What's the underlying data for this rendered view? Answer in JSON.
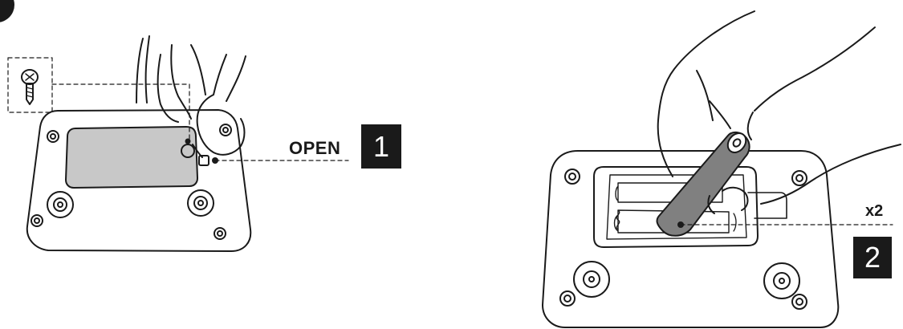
{
  "colors": {
    "line": "#1a1a1a",
    "label_panel": "#c8c8c8",
    "battery": "#808080",
    "step_box": "#1a1a1a",
    "background": "#ffffff"
  },
  "step1": {
    "action_label": "OPEN",
    "number": "1"
  },
  "step2": {
    "quantity_label": "x2",
    "number": "2"
  }
}
